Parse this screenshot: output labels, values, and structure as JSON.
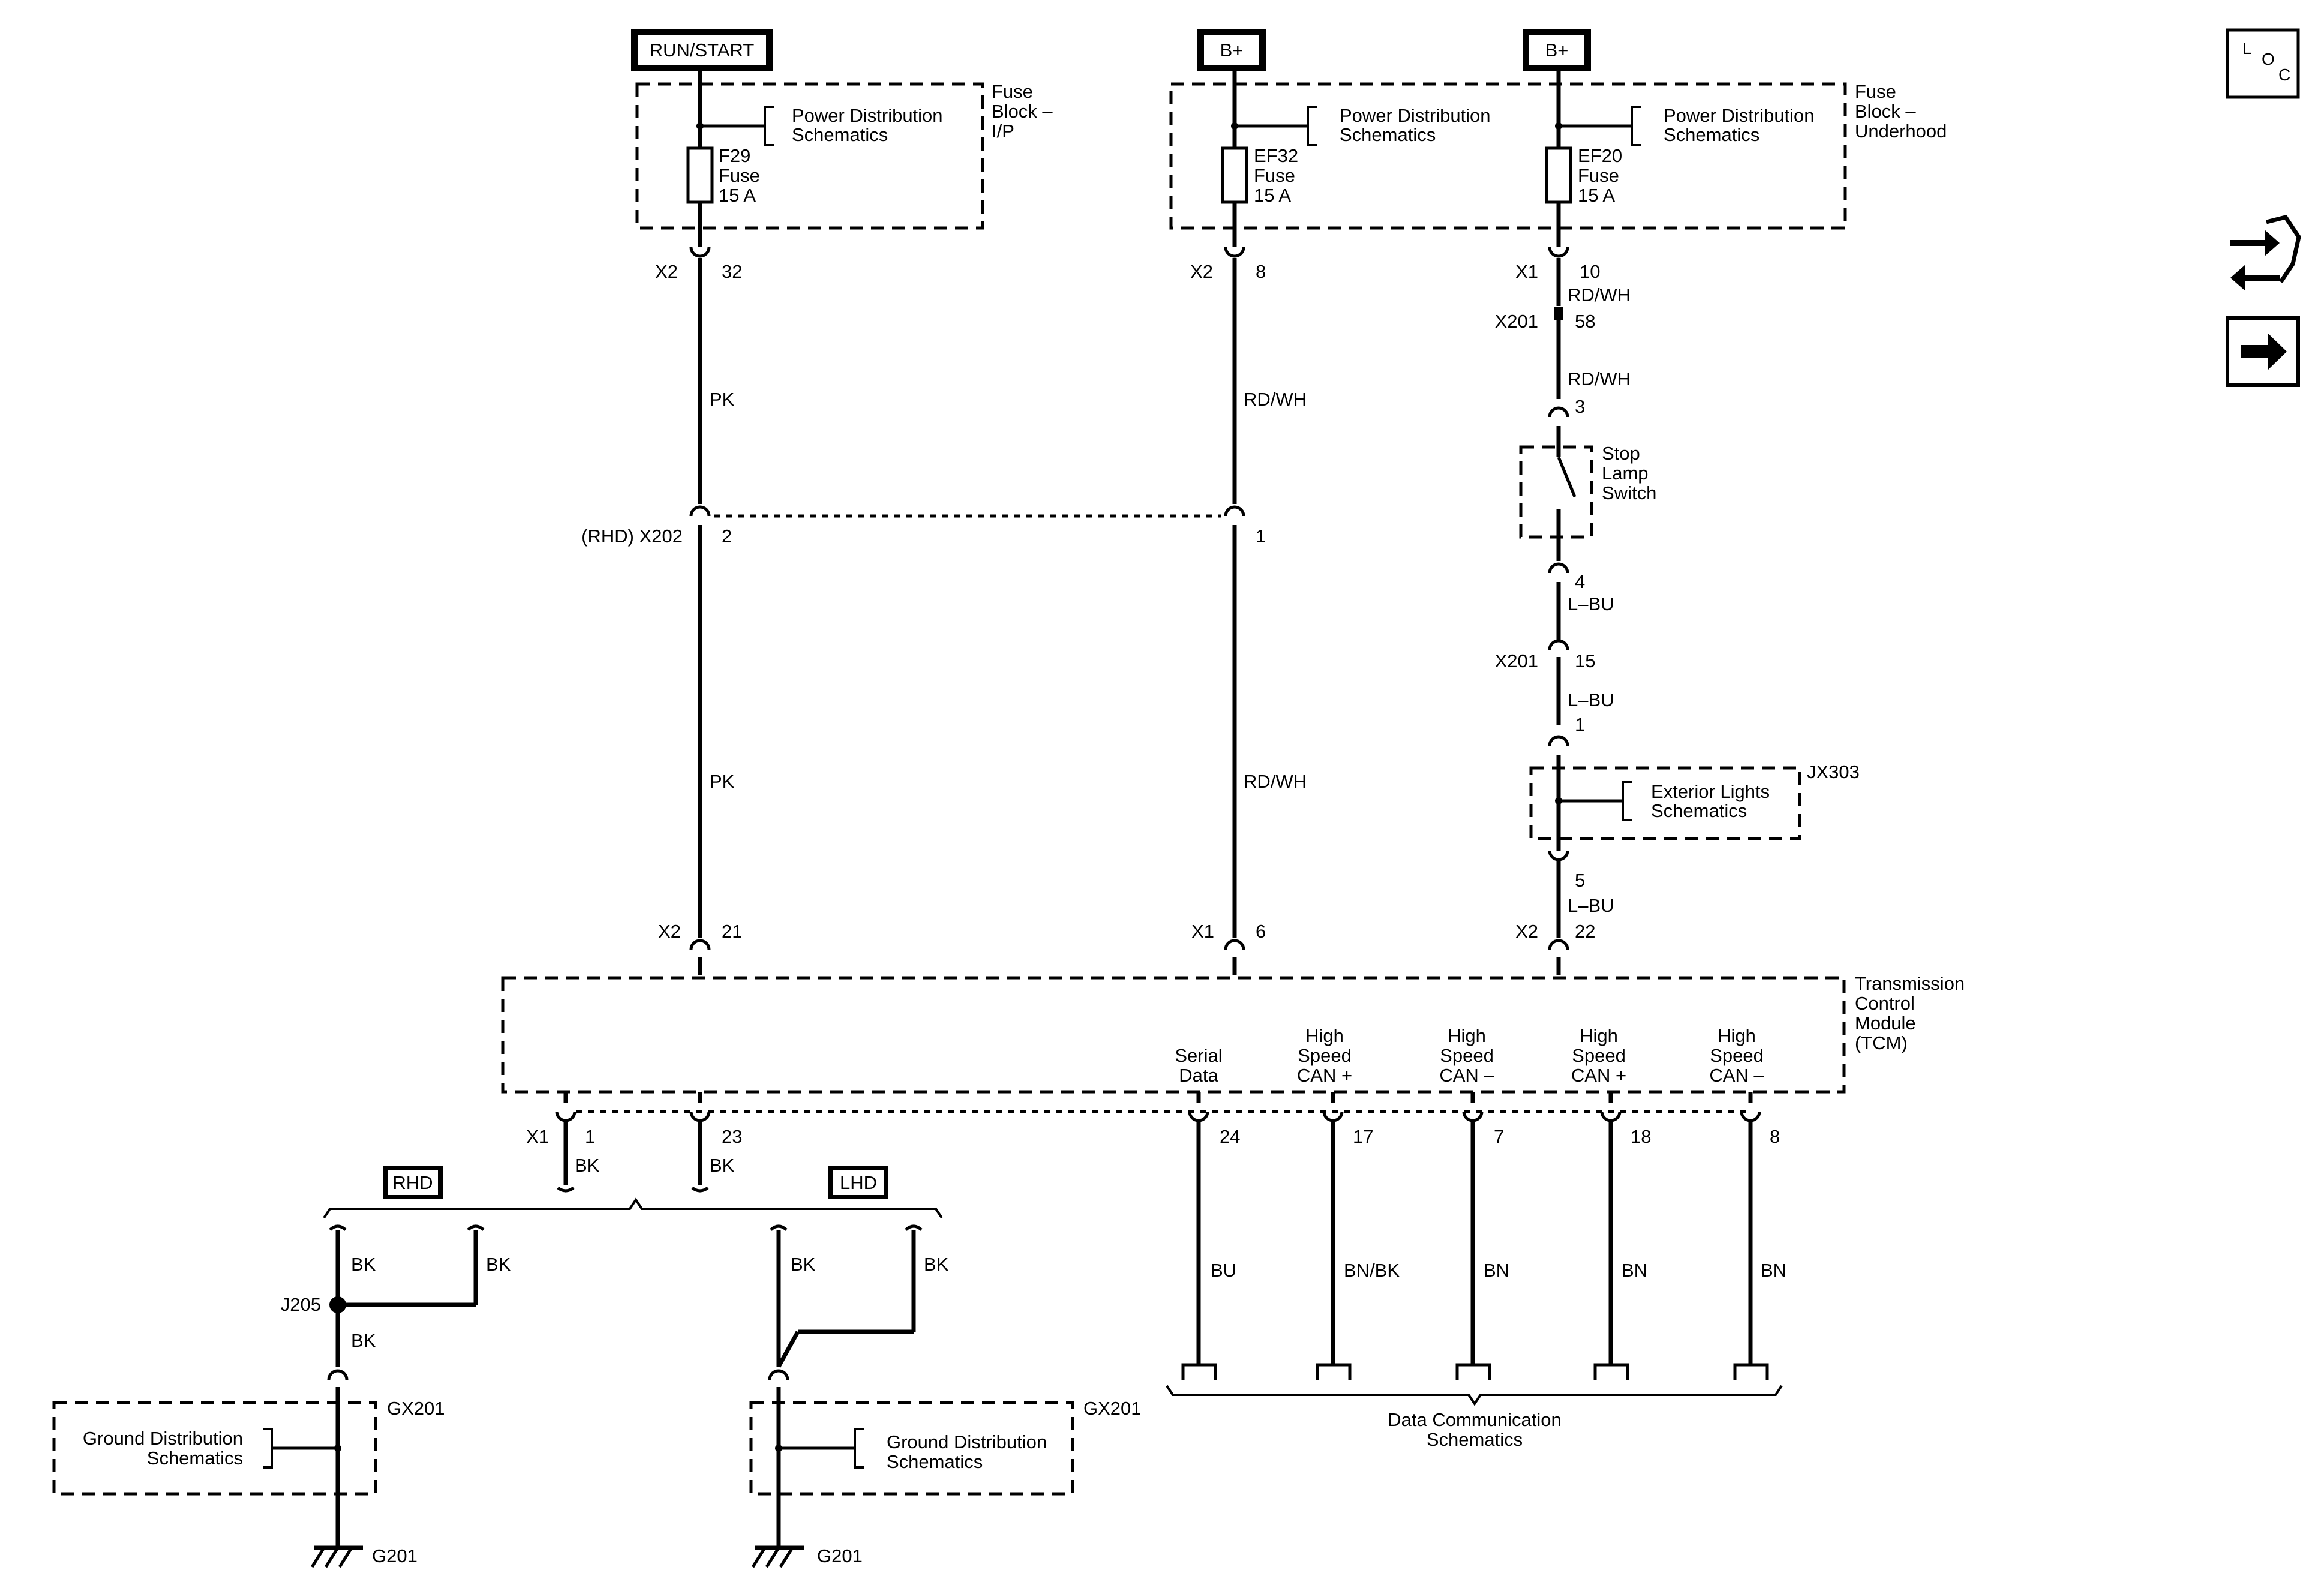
{
  "power_sources": {
    "run_start": "RUN/START",
    "bplus_1": "B+",
    "bplus_2": "B+"
  },
  "fuse_block_ip": {
    "label_l1": "Fuse",
    "label_l2": "Block –",
    "label_l3": "I/P",
    "ref_l1": "Power Distribution",
    "ref_l2": "Schematics",
    "fuse_l1": "F29",
    "fuse_l2": "Fuse",
    "fuse_l3": "15 A"
  },
  "fuse_block_underhood": {
    "label_l1": "Fuse",
    "label_l2": "Block –",
    "label_l3": "Underhood",
    "ef32": {
      "ref_l1": "Power Distribution",
      "ref_l2": "Schematics",
      "l1": "EF32",
      "l2": "Fuse",
      "l3": "15 A"
    },
    "ef20": {
      "ref_l1": "Power Distribution",
      "ref_l2": "Schematics",
      "l1": "EF20",
      "l2": "Fuse",
      "l3": "15 A"
    }
  },
  "circuit_run": {
    "conn_top": "X2",
    "pin_top": "32",
    "wire1": "PK",
    "rhd_conn": "(RHD) X202",
    "rhd_pin": "2",
    "wire2": "PK",
    "conn_bottom": "X2",
    "pin_bottom": "21"
  },
  "circuit_ef32": {
    "conn_top": "X2",
    "pin_top": "8",
    "wire1": "RD/WH",
    "rhd_pin": "1",
    "wire2": "RD/WH",
    "conn_bottom": "X1",
    "pin_bottom": "6"
  },
  "circuit_ef20": {
    "conn1": "X1",
    "pin1": "10",
    "wire1": "RD/WH",
    "conn2": "X201",
    "pin2": "58",
    "wire2": "RD/WH",
    "pin3": "3",
    "switch_l1": "Stop",
    "switch_l2": "Lamp",
    "switch_l3": "Switch",
    "pin4": "4",
    "wire3": "L–BU",
    "conn5": "X201",
    "pin5": "15",
    "wire4": "L–BU",
    "pin6": "1",
    "splice": "JX303",
    "ext_l1": "Exterior Lights",
    "ext_l2": "Schematics",
    "pin7": "5",
    "wire5": "L–BU",
    "conn8": "X2",
    "pin8": "22"
  },
  "tcm": {
    "label_l1": "Transmission",
    "label_l2": "Control",
    "label_l3": "Module",
    "label_l4": "(TCM)",
    "outputs": [
      {
        "l1": "Serial",
        "l2": "Data",
        "l3": "",
        "pin": "24",
        "wire": "BU"
      },
      {
        "l1": "High",
        "l2": "Speed",
        "l3": "CAN +",
        "pin": "17",
        "wire": "BN/BK"
      },
      {
        "l1": "High",
        "l2": "Speed",
        "l3": "CAN –",
        "pin": "7",
        "wire": "BN"
      },
      {
        "l1": "High",
        "l2": "Speed",
        "l3": "CAN +",
        "pin": "18",
        "wire": "BN"
      },
      {
        "l1": "High",
        "l2": "Speed",
        "l3": "CAN –",
        "pin": "8",
        "wire": "BN"
      }
    ],
    "data_comm_l1": "Data Communication",
    "data_comm_l2": "Schematics"
  },
  "grounds": {
    "conn": "X1",
    "pin1": "1",
    "pin2": "23",
    "wire_a": "BK",
    "wire_b": "BK",
    "rhd_tag": "RHD",
    "lhd_tag": "LHD",
    "rhd_wire1": "BK",
    "rhd_wire2": "BK",
    "rhd_wire3": "BK",
    "rhd_splice": "J205",
    "lhd_wire1": "BK",
    "lhd_wire2": "BK",
    "gx_left": "GX201",
    "gx_right": "GX201",
    "gnd_left_l1": "Ground Distribution",
    "gnd_left_l2": "Schematics",
    "gnd_right_l1": "Ground Distribution",
    "gnd_right_l2": "Schematics",
    "g_left": "G201",
    "g_right": "G201"
  },
  "side_icons": {
    "loc_l": "L",
    "loc_o": "O",
    "loc_c": "C",
    "icons": [
      "loc-icon",
      "connector-tool-icon",
      "next-arrow-icon"
    ]
  }
}
